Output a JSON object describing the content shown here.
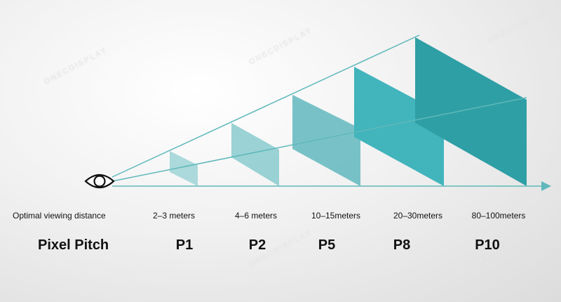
{
  "labels": {
    "distance_row": "Optimal viewing distance",
    "pitch_row": "Pixel Pitch"
  },
  "items": [
    {
      "pitch": "P1",
      "distance": "2–3 meters",
      "color": "#9fd3d6"
    },
    {
      "pitch": "P2",
      "distance": "4–6 meters",
      "color": "#8fcdd0"
    },
    {
      "pitch": "P5",
      "distance": "10–15meters",
      "color": "#6cbdc2"
    },
    {
      "pitch": "P8",
      "distance": "20–30meters",
      "color": "#42b4bc"
    },
    {
      "pitch": "P10",
      "distance": "80–100meters",
      "color": "#2e9fa5"
    }
  ],
  "watermark": "ONECDISPLAY",
  "colors": {
    "line": "#5fb8bb",
    "eye": "#111111"
  },
  "icons": {
    "viewer": "eye-icon",
    "axis_end": "arrowhead-icon"
  }
}
